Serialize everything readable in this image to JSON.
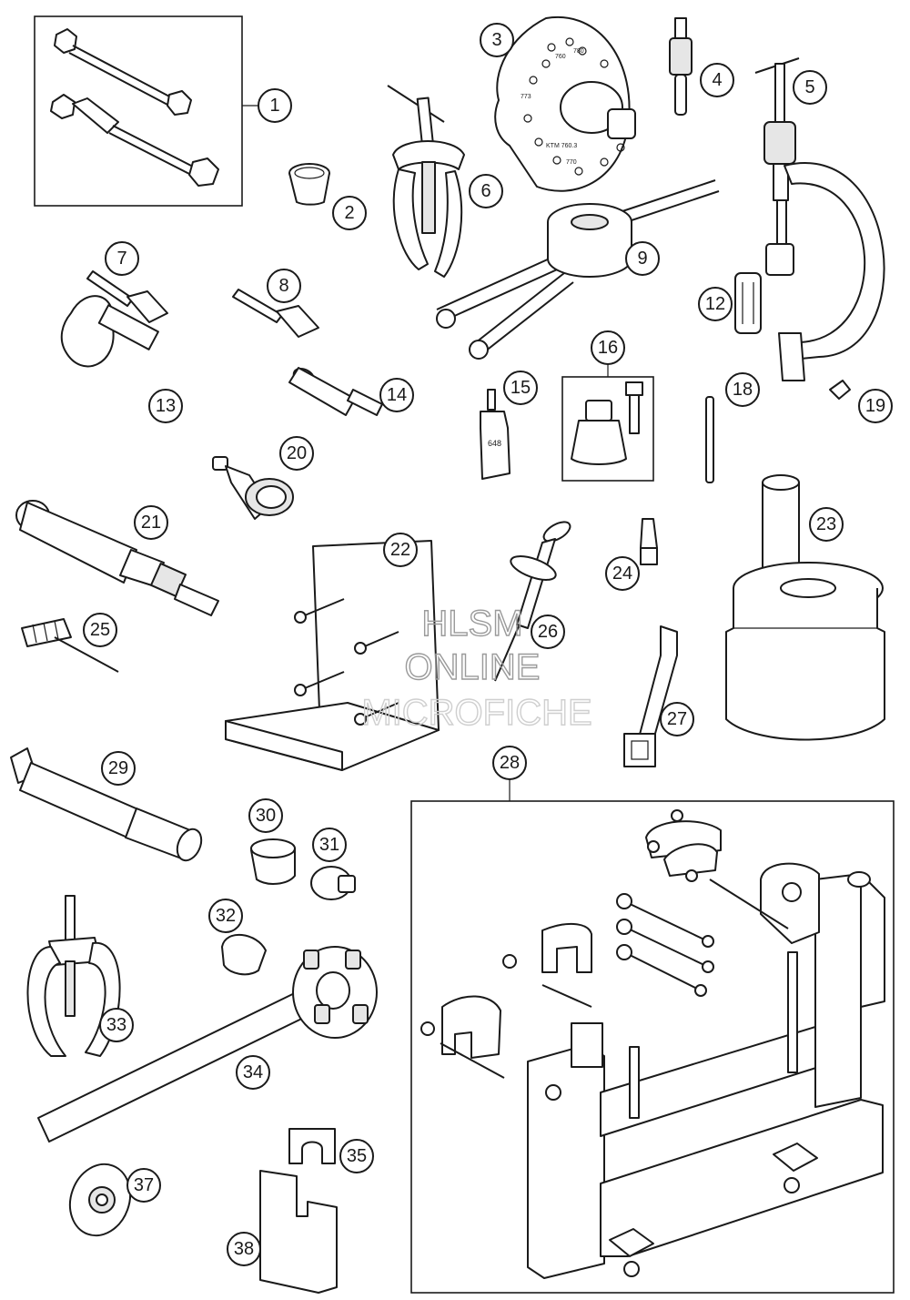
{
  "watermark": {
    "line1": "HLSM",
    "line2": "ONLINE",
    "line3": "MICROFICHE"
  },
  "callouts": [
    "1",
    "2",
    "3",
    "4",
    "5",
    "6",
    "7",
    "8",
    "9",
    "12",
    "13",
    "14",
    "15",
    "16",
    "18",
    "19",
    "20",
    "21",
    "22",
    "23",
    "24",
    "25",
    "26",
    "27",
    "28",
    "29",
    "30",
    "31",
    "32",
    "33",
    "34",
    "35",
    "37",
    "38"
  ],
  "stamp": {
    "plate_marks": [
      "760",
      "780",
      "773",
      "KTM 760.3",
      "770"
    ],
    "bottle_mark": "648"
  },
  "colors": {
    "ink": "#1a1a1a",
    "paper": "#ffffff",
    "watermark": "#9a9a9a"
  }
}
